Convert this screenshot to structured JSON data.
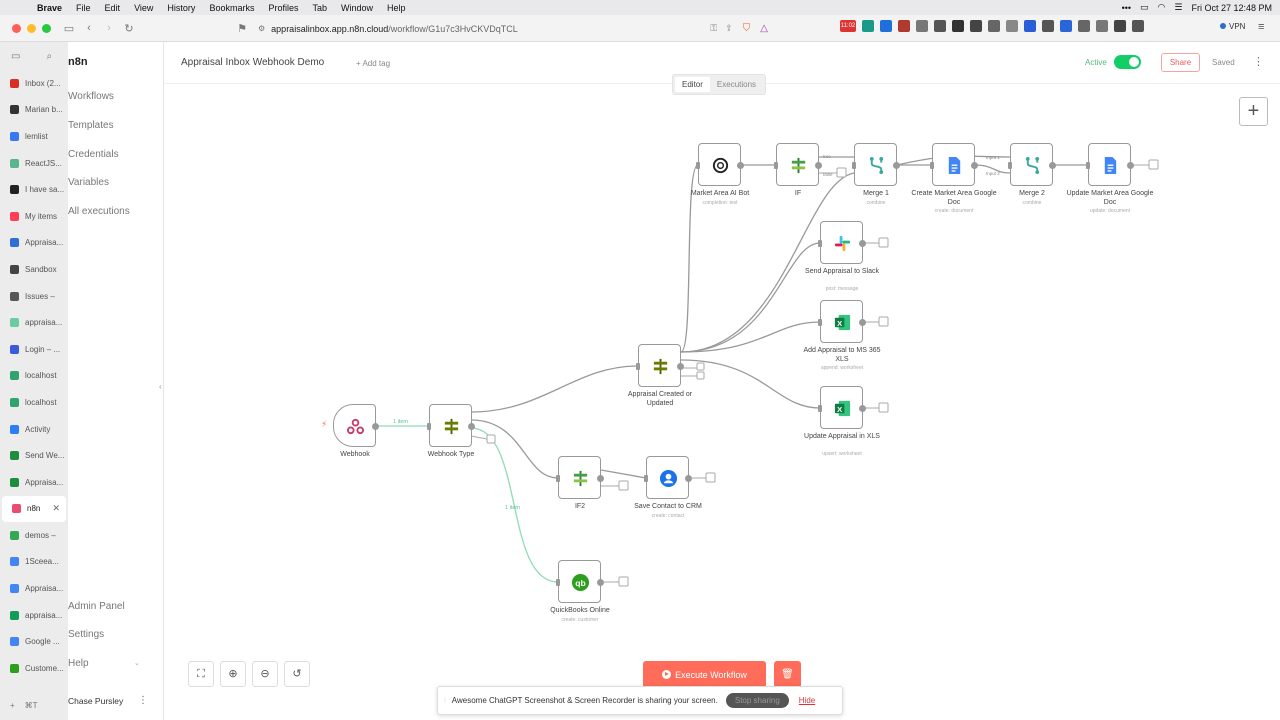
{
  "menubar": {
    "app": "Brave",
    "items": [
      "File",
      "Edit",
      "View",
      "History",
      "Bookmarks",
      "Profiles",
      "Tab",
      "Window",
      "Help"
    ],
    "clock": "Fri Oct 27  12:48 PM"
  },
  "browser": {
    "url_host": "appraisalinbox.app.n8n.cloud",
    "url_path": "/workflow/G1u7c3HvCKVDqTCL",
    "vpn_label": "VPN",
    "badge_time": "11:02"
  },
  "tabs": [
    {
      "label": "Inbox (2...",
      "color": "#d93025",
      "active": false
    },
    {
      "label": "Marian b...",
      "color": "#333333",
      "active": false
    },
    {
      "label": "lemlist",
      "color": "#3a78f2",
      "active": false
    },
    {
      "label": "ReactJS...",
      "color": "#5bb58c",
      "active": false
    },
    {
      "label": "I have sa...",
      "color": "#222222",
      "active": false
    },
    {
      "label": "My items",
      "color": "#ff3d57",
      "active": false
    },
    {
      "label": "Appraisa...",
      "color": "#2d6fd6",
      "active": false
    },
    {
      "label": "Sandbox",
      "color": "#444444",
      "active": false
    },
    {
      "label": "Issues –",
      "color": "#555555",
      "active": false
    },
    {
      "label": "appraisa...",
      "color": "#6ccba1",
      "active": false
    },
    {
      "label": "Login – ...",
      "color": "#3b5bdb",
      "active": false
    },
    {
      "label": "localhost",
      "color": "#30a46c",
      "active": false
    },
    {
      "label": "localhost",
      "color": "#30a46c",
      "active": false
    },
    {
      "label": "Activity",
      "color": "#2e7cf6",
      "active": false
    },
    {
      "label": "Send We...",
      "color": "#1e8e3e",
      "active": false
    },
    {
      "label": "Appraisa...",
      "color": "#1e8e3e",
      "active": false
    },
    {
      "label": "n8n",
      "color": "#ea4b71",
      "active": true
    },
    {
      "label": "demos –",
      "color": "#34a853",
      "active": false
    },
    {
      "label": "1Sceea...",
      "color": "#4285f4",
      "active": false
    },
    {
      "label": "Appraisa...",
      "color": "#4285f4",
      "active": false
    },
    {
      "label": "appraisa...",
      "color": "#0f9d58",
      "active": false
    },
    {
      "label": "Google ...",
      "color": "#4285f4",
      "active": false
    },
    {
      "label": "Custome...",
      "color": "#2ca01c",
      "active": false
    }
  ],
  "tabbar_shortcut": "⌘T",
  "sidebar": {
    "logo": "n8n",
    "items": [
      "Workflows",
      "Templates",
      "Credentials",
      "Variables",
      "All executions"
    ],
    "bottom_items": [
      "Admin Panel",
      "Settings",
      "Help"
    ],
    "user": "Chase Pursley"
  },
  "header": {
    "workflow_name": "Appraisal Inbox Webhook Demo",
    "add_tag": "+ Add tag",
    "active_label": "Active",
    "share_label": "Share",
    "saved_label": "Saved",
    "tabs": [
      "Editor",
      "Executions"
    ],
    "active_tab": "Editor"
  },
  "nodes": [
    {
      "id": "webhook",
      "label": "Webhook",
      "sub": "",
      "icon": "webhook-icon"
    },
    {
      "id": "webhook-type",
      "label": "Webhook Type",
      "sub": "",
      "icon": "switch-icon"
    },
    {
      "id": "appraisal-created",
      "label": "Appraisal Created or Updated",
      "sub": "",
      "icon": "switch-icon"
    },
    {
      "id": "market-ai",
      "label": "Market Area AI Bot",
      "sub": "completion: text",
      "icon": "openai-icon"
    },
    {
      "id": "if",
      "label": "IF",
      "sub": "",
      "icon": "if-icon"
    },
    {
      "id": "merge1",
      "label": "Merge 1",
      "sub": "combine",
      "icon": "merge-icon"
    },
    {
      "id": "create-doc",
      "label": "Create Market Area Google Doc",
      "sub": "create: document",
      "icon": "google-docs-icon"
    },
    {
      "id": "merge2",
      "label": "Merge 2",
      "sub": "combine",
      "icon": "merge-icon"
    },
    {
      "id": "update-doc",
      "label": "Update Market Area Google Doc",
      "sub": "update: document",
      "icon": "google-docs-icon"
    },
    {
      "id": "slack",
      "label": "Send Appraisal to Slack",
      "sub": "post: message",
      "icon": "slack-icon"
    },
    {
      "id": "add-xls",
      "label": "Add Appraisal to MS 365 XLS",
      "sub": "append: worksheet",
      "icon": "excel-icon"
    },
    {
      "id": "update-xls",
      "label": "Update Appraisal in XLS",
      "sub": "upsert: worksheet",
      "icon": "excel-icon"
    },
    {
      "id": "if2",
      "label": "IF2",
      "sub": "",
      "icon": "if-icon"
    },
    {
      "id": "crm",
      "label": "Save Contact to CRM",
      "sub": "create: contact",
      "icon": "contacts-icon"
    },
    {
      "id": "quickbooks",
      "label": "QuickBooks Online",
      "sub": "create: customer",
      "icon": "quickbooks-icon"
    }
  ],
  "edge_labels": {
    "webhook_out": "1 item",
    "quickbooks_in": "1 item"
  },
  "port_labels": {
    "if_true": "true",
    "if_false": "false",
    "merge_input1": "Input 1",
    "merge_input2": "Input 2"
  },
  "buttons": {
    "execute": "Execute Workflow"
  },
  "share_banner": {
    "message": "Awesome ChatGPT Screenshot & Screen Recorder is sharing your screen.",
    "stop": "Stop sharing",
    "hide": "Hide"
  },
  "colors": {
    "accent": "#ff6d5a",
    "active_green": "#13ce66",
    "edge_success": "#8fdcb3",
    "edge_default": "#999999"
  }
}
